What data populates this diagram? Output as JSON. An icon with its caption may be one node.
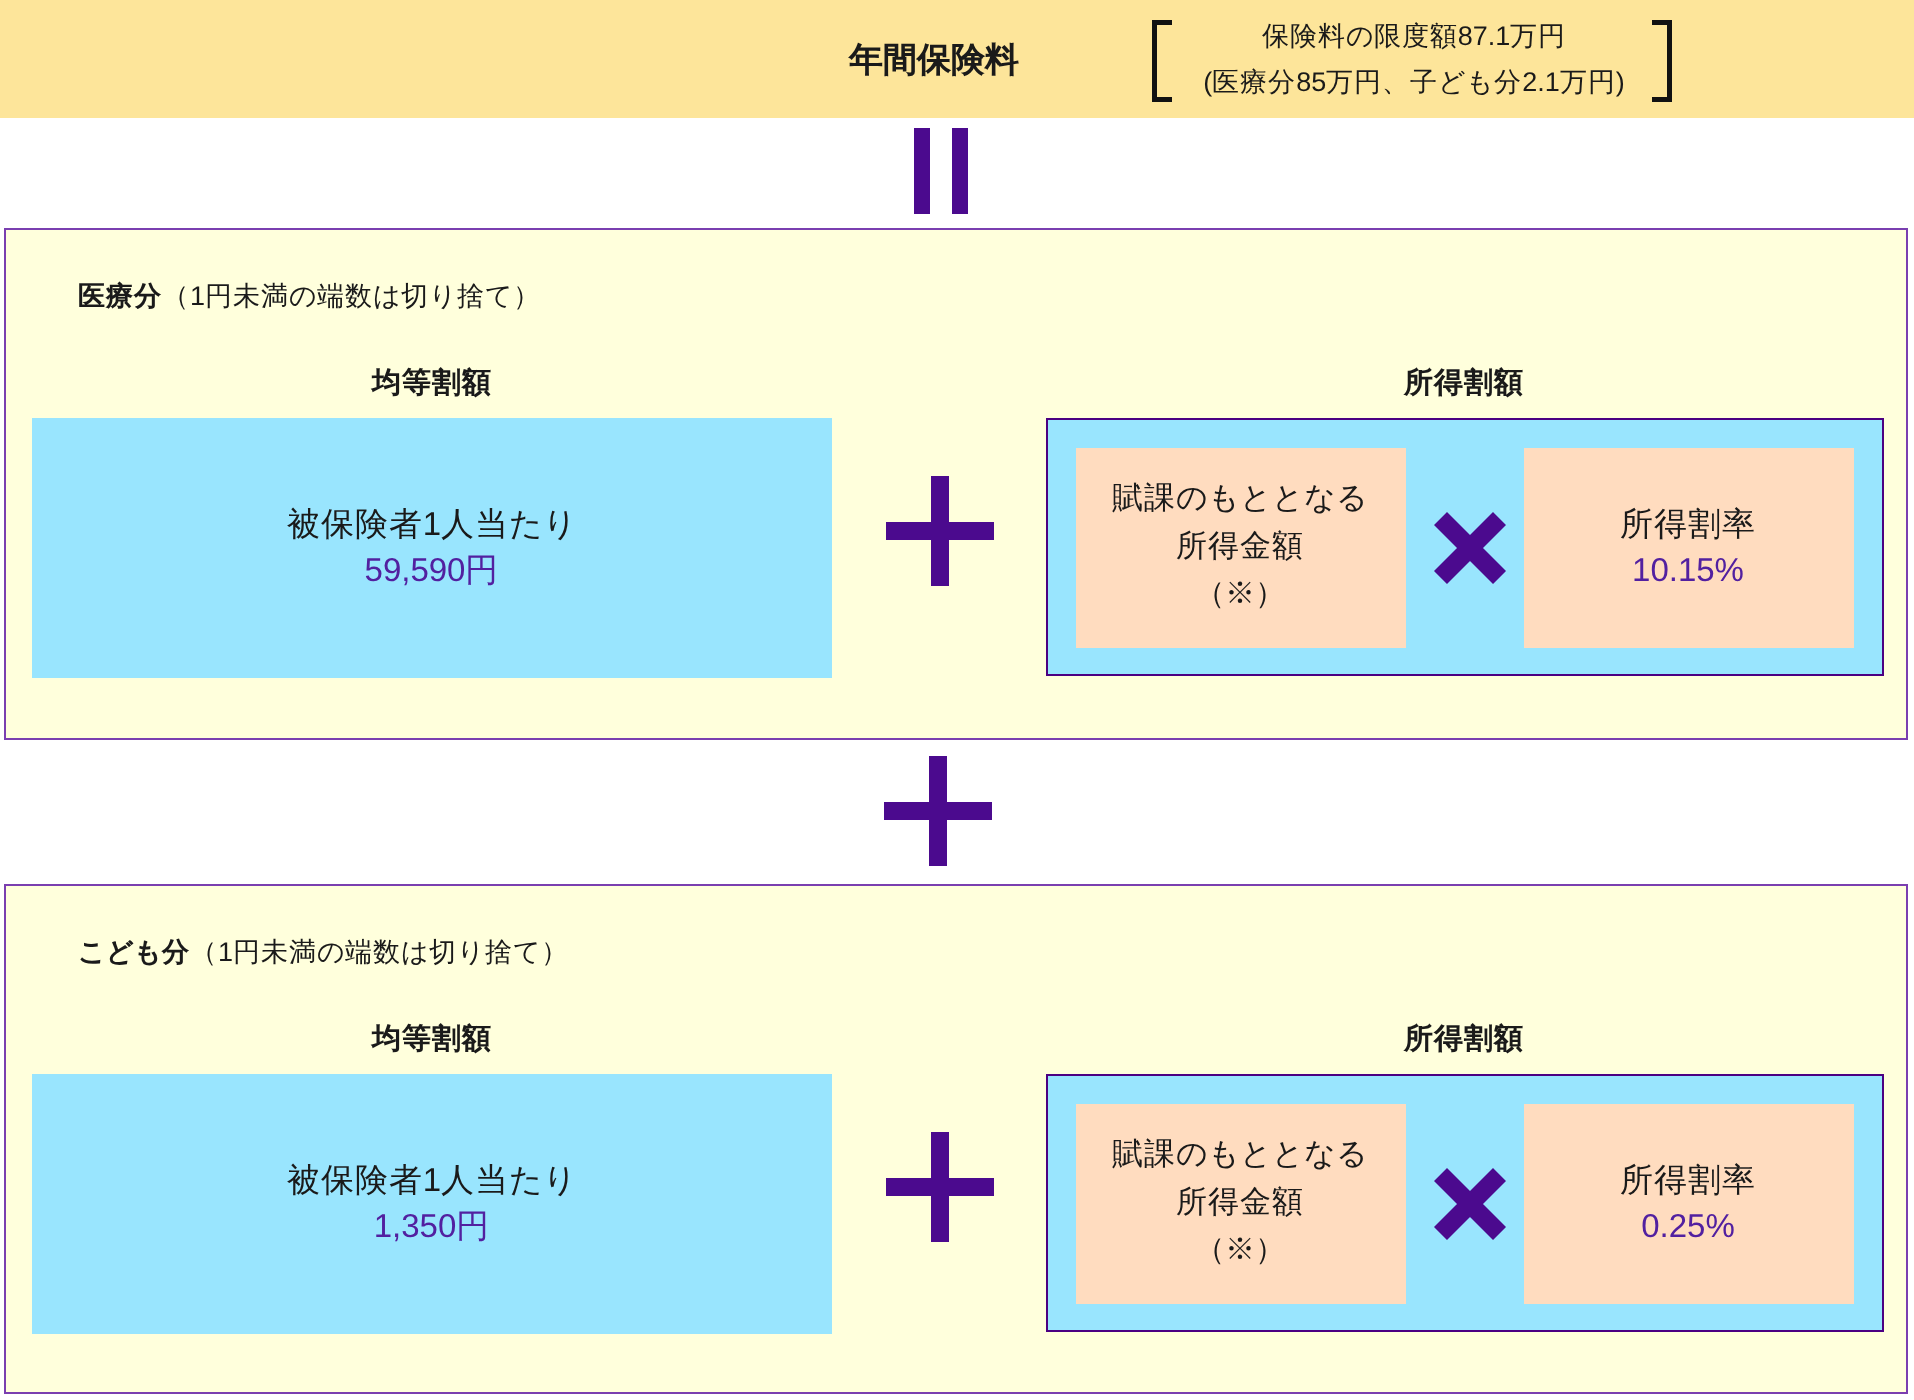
{
  "diagram": {
    "nodes": [
      {
        "text": [
          "年間保険料",
          "保険料の限度額87.1万円",
          "(医療分85万円、子ども分2.1万円)"
        ]
      },
      {
        "text": [
          "**医療分**（1円未満の端数は切り捨て）"
        ]
      },
      {
        "text": [
          "均等割額",
          "被保険者1人当たり",
          "59,590円"
        ],
        "in": 1
      },
      {
        "text": [
          "所得割額"
        ],
        "in": 1
      },
      {
        "text": [
          "賦課のもととなる所得金額",
          "（※）"
        ],
        "in": 3
      },
      {
        "text": [
          "所得割率",
          "10.15%"
        ],
        "in": 3
      },
      {
        "text": [
          "**こども分**（1円未満の端数は切り捨て）"
        ]
      },
      {
        "text": [
          "均等割額",
          "被保険者1人当たり",
          "1,350円"
        ],
        "in": 6
      },
      {
        "text": [
          "所得割額"
        ],
        "in": 6
      },
      {
        "text": [
          "賦課のもととなる所得金額",
          "（※）"
        ],
        "in": 8
      },
      {
        "text": [
          "所得割率",
          "0.25%"
        ],
        "in": 8
      }
    ]
  }
}
